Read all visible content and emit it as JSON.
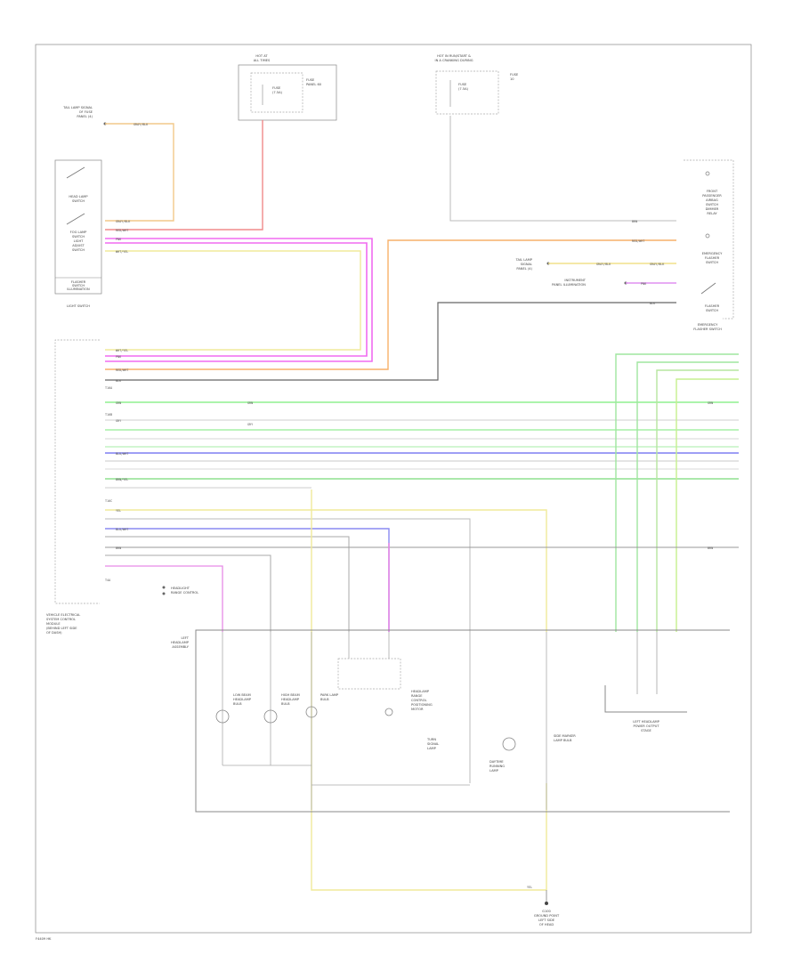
{
  "footer": {
    "code": "F4409 HK"
  },
  "components": {
    "fuse_left": {
      "header": [
        "HOT AT",
        "ALL TIMES"
      ],
      "fuse": [
        "FUSE",
        "(7.5A)"
      ],
      "note": [
        "FUSE",
        "PANEL 60"
      ]
    },
    "fuse_right": {
      "header": [
        "HOT IN RUN/START & ",
        "IN A CRANKING DURING"
      ],
      "fuse": [
        "FUSE",
        "(7.5A)"
      ],
      "note": [
        "FUSE",
        "10"
      ]
    },
    "tail_lamp_fuse": [
      "TAIL LAMP SIGNAL",
      "OF FUSE",
      "PANEL (4)"
    ],
    "light_switch": {
      "parts": [
        "HEAD LAMP",
        "SWITCH",
        "FOG LAMP",
        "SWITCH",
        "LIGHT",
        "ADJUST",
        "SWITCH"
      ],
      "lower": [
        "FLASHER",
        "SWITCH",
        "ILLUMINATION"
      ],
      "label": "LIGHT SWITCH"
    },
    "emergency": {
      "parts": [
        "FRONT",
        "PASSENGER",
        "AIRBAG",
        "SWITCH",
        "DIMMER",
        "RELAY",
        "EMERGENCY",
        "FLASHER",
        "SWITCH",
        "FLASHER",
        "SWITCH"
      ],
      "label": [
        "EMERGENCY",
        "FLASHER SWITCH"
      ]
    },
    "tail_lamp_signal": [
      "TAIL LAMP",
      "SIGNAL",
      "PANEL (4)"
    ],
    "instrument_ill": [
      "INSTRUMENT",
      "PANEL ILLUMINATION"
    ],
    "module_label": [
      "VEHICLE ELECTRICAL",
      "SYSTEM CONTROL",
      "MODULE",
      "(BEHIND LEFT SIDE",
      "OF DASH)"
    ],
    "headlight_range": [
      "HEADLIGHT",
      "RANGE CONTROL"
    ],
    "left_headlamp": [
      "LEFT",
      "HEADLAMP",
      "ASSEMBLY"
    ],
    "lamps": [
      [
        "LOW BEAM",
        "HEADLAMP",
        "BULB"
      ],
      [
        "HIGH BEAM",
        "HEADLAMP",
        "BULB"
      ],
      [
        "PARK LAMP",
        "BULB"
      ],
      [
        "HEADLAMP",
        "RANGE",
        "CONTROL",
        "POSITIONING",
        "MOTOR"
      ],
      [
        "TURN",
        "SIGNAL",
        "LAMP"
      ],
      [
        "DAYTIME",
        "RUNNING",
        "LAMP"
      ],
      [
        "SIDE MARKER",
        "LAMP BULB"
      ]
    ],
    "left_headlamp_control": [
      "LEFT HEADLAMP",
      "POWER OUTPUT",
      "STAGE"
    ],
    "ground": [
      "G100",
      "GROUND POINT",
      "LEFT SIDE",
      "OF HEAD"
    ]
  },
  "wires": {
    "gray_black": "GRAY/BLK",
    "red_white": "RED/WHT",
    "pink": "PNK",
    "white_yellow": "WHT/YEL",
    "black": "BLK",
    "blue_white": "BLU/WHT",
    "green": "GRN",
    "brown_yellow": "BRN/YEL",
    "yellow": "YEL",
    "gray": "GRY",
    "brown": "BRN"
  },
  "sections": {
    "t1": "T16A",
    "t2": "T16B",
    "t3": "T16C",
    "t4": "T4A"
  }
}
